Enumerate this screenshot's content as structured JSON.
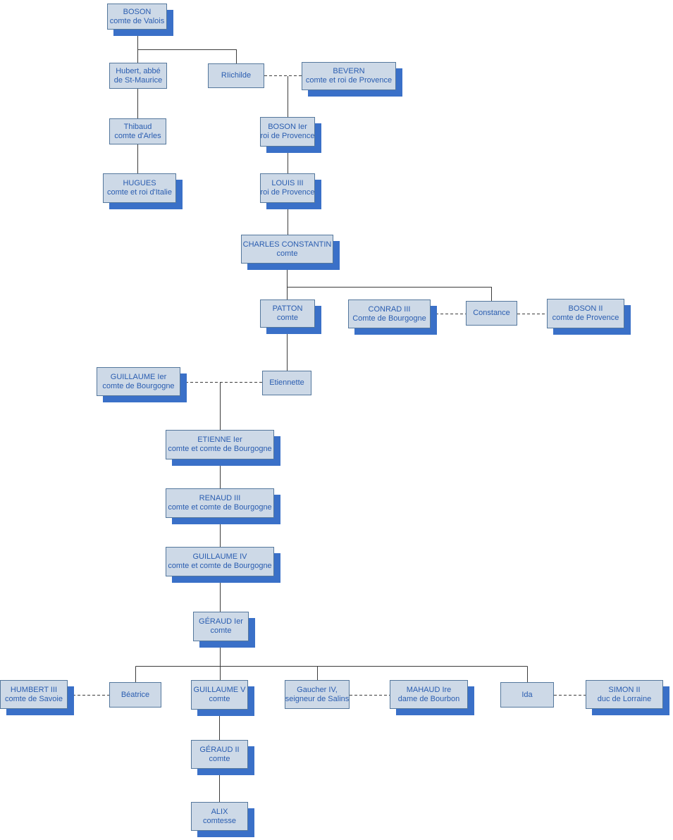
{
  "colors": {
    "box_fill": "#cdd9e7",
    "box_border": "#54779c",
    "box_shadow_blue": "#3a70c8",
    "text_blue": "#2a5db0",
    "connector_line": "#3c3c3c",
    "background": "#ffffff"
  },
  "nodes": {
    "boson_valois": {
      "name": "BOSON",
      "title": "comte de Valois"
    },
    "hubert": {
      "name": "Hubert, abbé",
      "title": "de St-Maurice"
    },
    "richilde": {
      "name": "RIichilde",
      "title": ""
    },
    "bevern": {
      "name": "BEVERN",
      "title": "comte et roi de Provence"
    },
    "thibaud": {
      "name": "Thibaud",
      "title": "comte d'Arles"
    },
    "boson_1er": {
      "name": "BOSON Ier",
      "title": "roi de Provence"
    },
    "hugues": {
      "name": "HUGUES",
      "title": "comte et roi d'Italie"
    },
    "louis_iii": {
      "name": "LOUIS III",
      "title": "roi de Provence"
    },
    "charles_constantin": {
      "name": "CHARLES CONSTANTIN",
      "title": "comte"
    },
    "patton": {
      "name": "PATTON",
      "title": "comte"
    },
    "conrad_iii": {
      "name": "CONRAD III",
      "title": "Comte de Bourgogne"
    },
    "constance": {
      "name": "Constance",
      "title": ""
    },
    "boson_ii": {
      "name": "BOSON II",
      "title": "comte de Provence"
    },
    "guillaume_1er": {
      "name": "GUILLAUME Ier",
      "title": "comte de Bourgogne"
    },
    "etiennette": {
      "name": "Etiennette",
      "title": ""
    },
    "etienne_1er": {
      "name": "ETIENNE Ier",
      "title": "comte et comte de Bourgogne"
    },
    "renaud_iii": {
      "name": "RENAUD III",
      "title": "comte et comte de Bourgogne"
    },
    "guillaume_iv": {
      "name": "GUILLAUME IV",
      "title": "comte et comte de Bourgogne"
    },
    "geraud_1er": {
      "name": "GÉRAUD Ier",
      "title": "comte"
    },
    "humbert_iii": {
      "name": "HUMBERT III",
      "title": "comte de Savoie"
    },
    "beatrice": {
      "name": "Béatrice",
      "title": ""
    },
    "guillaume_v": {
      "name": "GUILLAUME V",
      "title": "comte"
    },
    "gaucher_iv": {
      "name": "Gaucher IV,",
      "title": "seigneur de Salins"
    },
    "mahaud": {
      "name": "MAHAUD Ire",
      "title": "dame de Bourbon"
    },
    "ida": {
      "name": "Ida",
      "title": ""
    },
    "simon_ii": {
      "name": "SIMON II",
      "title": "duc de Lorraine"
    },
    "geraud_ii": {
      "name": "GÉRAUD II",
      "title": "comte"
    },
    "alix": {
      "name": "ALIX",
      "title": "comtesse"
    }
  },
  "relations": {
    "marriages": [
      [
        "richilde",
        "bevern"
      ],
      [
        "conrad_iii",
        "constance"
      ],
      [
        "constance",
        "boson_ii"
      ],
      [
        "guillaume_1er",
        "etiennette"
      ],
      [
        "humbert_iii",
        "beatrice"
      ],
      [
        "gaucher_iv",
        "mahaud"
      ],
      [
        "ida",
        "simon_ii"
      ]
    ],
    "descents": [
      {
        "from": "boson_valois",
        "to": [
          "hubert",
          "richilde"
        ]
      },
      {
        "from": "richilde+bevern",
        "to": [
          "boson_1er"
        ]
      },
      {
        "from": "hubert",
        "to": [
          "thibaud"
        ]
      },
      {
        "from": "thibaud",
        "to": [
          "hugues"
        ]
      },
      {
        "from": "boson_1er",
        "to": [
          "louis_iii"
        ]
      },
      {
        "from": "louis_iii",
        "to": [
          "charles_constantin"
        ]
      },
      {
        "from": "charles_constantin",
        "to": [
          "patton",
          "constance"
        ]
      },
      {
        "from": "patton",
        "to": [
          "etiennette"
        ]
      },
      {
        "from": "guillaume_1er+etiennette",
        "to": [
          "etienne_1er"
        ]
      },
      {
        "from": "etienne_1er",
        "to": [
          "renaud_iii"
        ]
      },
      {
        "from": "renaud_iii",
        "to": [
          "guillaume_iv"
        ]
      },
      {
        "from": "guillaume_iv",
        "to": [
          "geraud_1er"
        ]
      },
      {
        "from": "geraud_1er",
        "to": [
          "beatrice",
          "guillaume_v",
          "gaucher_iv",
          "ida"
        ]
      },
      {
        "from": "guillaume_v",
        "to": [
          "geraud_ii"
        ]
      },
      {
        "from": "geraud_ii",
        "to": [
          "alix"
        ]
      }
    ]
  }
}
